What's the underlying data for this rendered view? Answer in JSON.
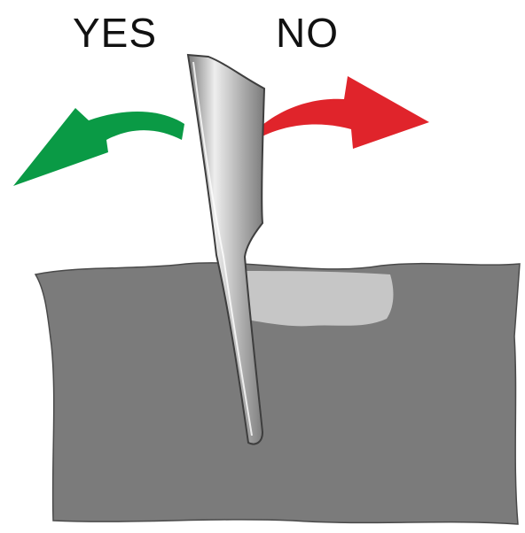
{
  "labels": {
    "yes": "YES",
    "no": "NO"
  },
  "colors": {
    "yes_arrow": "#0a9a45",
    "no_arrow": "#e0242b",
    "surface": "#7b7b7b",
    "surface_outline": "#4a4a4a",
    "groove": "#c6c6c6",
    "blade_light": "#eeeeee",
    "blade_mid": "#b8b8b8",
    "blade_dark": "#7a7a7a"
  },
  "icons": {
    "yes_direction": "arrow-left-curved",
    "no_direction": "arrow-right-curved",
    "tool": "scraper-blade"
  }
}
